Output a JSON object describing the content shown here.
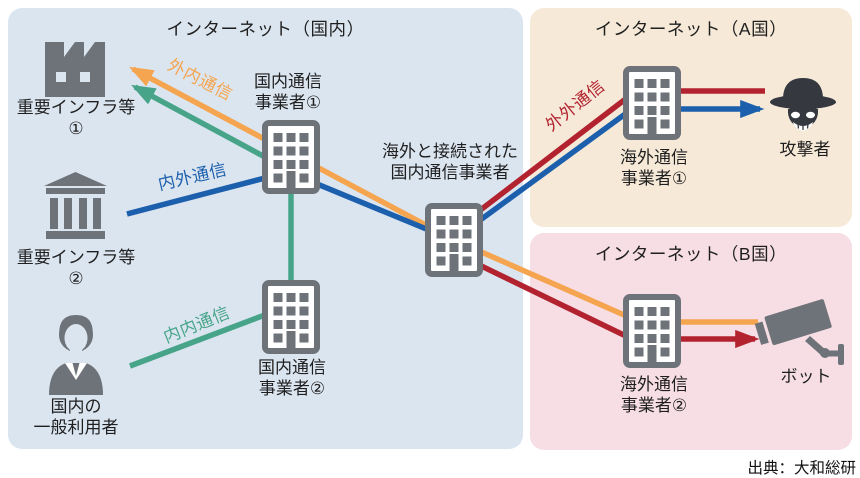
{
  "colors": {
    "panel_domestic": "#dbe5f0",
    "panel_country_a": "#f6e9d8",
    "panel_country_b": "#f6dee4",
    "line_orange": "#f5a54f",
    "line_blue": "#1c5fac",
    "line_teal": "#47a489",
    "line_red": "#b2232f",
    "icon_gray": "#6e7379",
    "attacker_black": "#35393f",
    "text_dark": "#1f1f1f"
  },
  "panels": {
    "domestic": {
      "title": "インターネット（国内）"
    },
    "country_a": {
      "title": "インターネット（A国）"
    },
    "country_b": {
      "title": "インターネット（B国）"
    }
  },
  "nodes": {
    "critical_infra_1": {
      "lines": [
        "重要インフラ等",
        "①"
      ]
    },
    "critical_infra_2": {
      "lines": [
        "重要インフラ等",
        "②"
      ]
    },
    "general_user": {
      "lines": [
        "国内の",
        "一般利用者"
      ]
    },
    "domestic_carrier_1": {
      "lines": [
        "国内通信",
        "事業者①"
      ]
    },
    "domestic_carrier_2": {
      "lines": [
        "国内通信",
        "事業者②"
      ]
    },
    "gateway_carrier": {
      "lines": [
        "海外と接続された",
        "国内通信事業者"
      ]
    },
    "foreign_carrier_1": {
      "lines": [
        "海外通信",
        "事業者①"
      ]
    },
    "foreign_carrier_2": {
      "lines": [
        "海外通信",
        "事業者②"
      ]
    },
    "attacker": {
      "label": "攻撃者"
    },
    "bot": {
      "label": "ボット"
    }
  },
  "flow_labels": {
    "foreign_to_domestic": "外内通信",
    "domestic_to_foreign": "内外通信",
    "domestic_to_domestic": "内内通信",
    "foreign_to_foreign": "外外通信"
  },
  "source": "出典：大和総研"
}
